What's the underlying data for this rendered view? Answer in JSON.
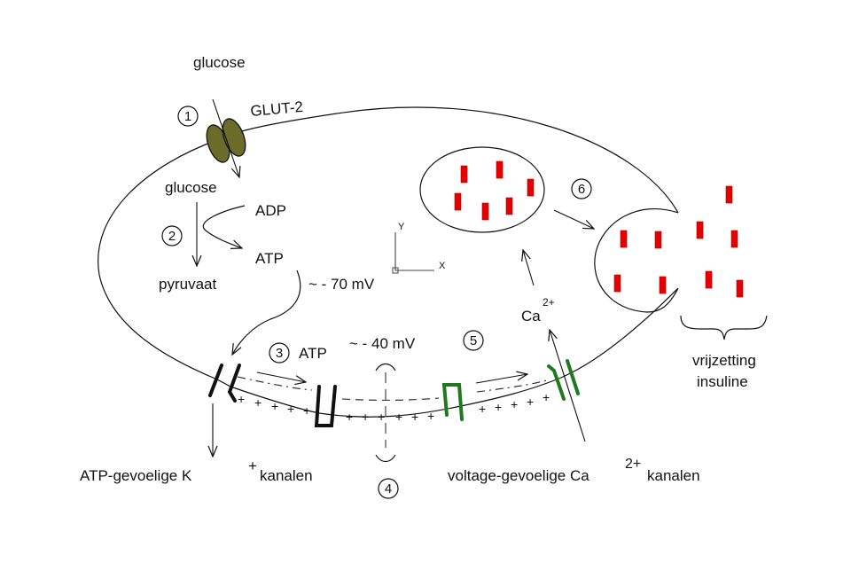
{
  "diagram": {
    "title": "Insulin secretion in pancreatic beta cell",
    "labels": {
      "glucose_outside": "glucose",
      "glut2": "GLUT-2",
      "glucose_inside": "glucose",
      "adp": "ADP",
      "atp": "ATP",
      "pyruvate": "pyruvaat",
      "resting_potential": "~ - 70 mV",
      "atp_step3": "ATP",
      "depolarized_potential": "~ - 40 mV",
      "ca_ion": "Ca",
      "ca_charge": "2+",
      "k_channel_prefix": "ATP-gevoelige K",
      "k_charge": "+",
      "k_channel_suffix": " kanalen",
      "ca_channel_prefix": "voltage-gevoelige Ca",
      "ca_channel_charge": "2+",
      "ca_channel_suffix": " kanalen",
      "release_line1": "vrijzetting",
      "release_line2": "insuline",
      "axis_y": "Y",
      "axis_x": "X"
    },
    "steps": [
      "1",
      "2",
      "3",
      "4",
      "5",
      "6"
    ],
    "membrane_charges": {
      "inside": "-",
      "outside": "+"
    },
    "colors": {
      "glut_transporter": "#6b6b2a",
      "insulin_granule": "#e60000",
      "ca_channel": "#1f7a1f",
      "k_channel": "#111111"
    }
  }
}
